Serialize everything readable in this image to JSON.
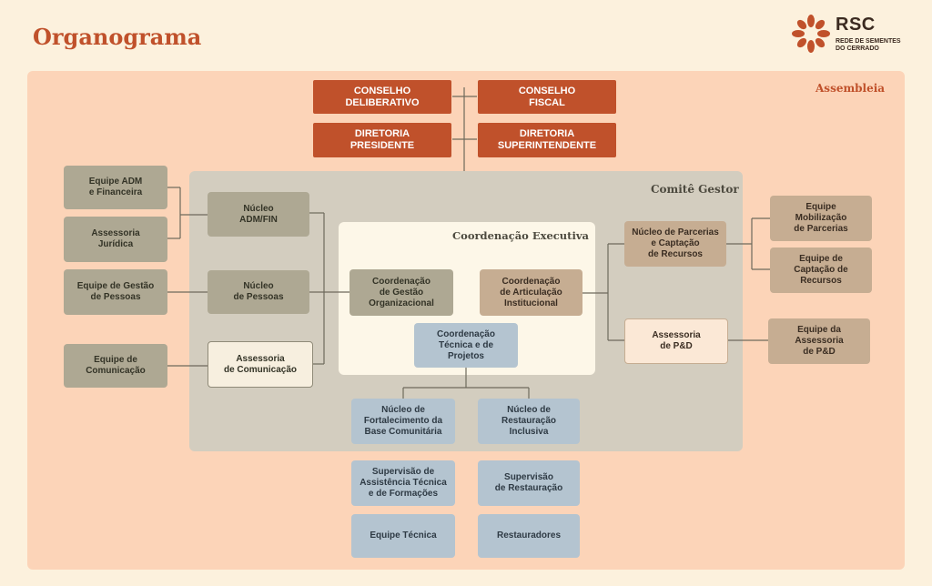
{
  "title": "Organograma",
  "logo": {
    "short": "RSC",
    "full": "Rede de sementes\ndo Cerrado"
  },
  "regions": {
    "assembleia": "Assembleia",
    "comite_gestor": "Comitê Gestor",
    "coordenacao_executiva": "Coordenação Executiva"
  },
  "boxes": {
    "conselho_deliberativo": "CONSELHO\nDELIBERATIVO",
    "conselho_fiscal": "CONSELHO\nFISCAL",
    "diretoria_presidente": "DIRETORIA\nPRESIDENTE",
    "diretoria_superintendente": "DIRETORIA\nSUPERINTENDENTE",
    "equipe_adm": "Equipe ADM\ne Financeira",
    "assessoria_juridica": "Assessoria\nJurídica",
    "equipe_gestao_pessoas": "Equipe de Gestão\nde Pessoas",
    "equipe_comunicacao": "Equipe de\nComunicação",
    "nucleo_adm_fin": "Núcleo\nADM/FIN",
    "nucleo_pessoas": "Núcleo\nde Pessoas",
    "assessoria_comunicacao": "Assessoria\nde Comunicação",
    "coord_gestao_organizacional": "Coordenação\nde Gestão\nOrganizacional",
    "coord_articulacao_institucional": "Coordenação\nde Articulação\nInstitucional",
    "coord_tecnica_projetos": "Coordenação\nTécnica e de\nProjetos",
    "nucleo_parcerias": "Núcleo de Parcerias\ne Captação\nde Recursos",
    "assessoria_pd": "Assessoria\nde P&D",
    "equipe_mobilizacao": "Equipe\nMobilização\nde Parcerias",
    "equipe_captacao": "Equipe de\nCaptação de\nRecursos",
    "equipe_assessoria_pd": "Equipe da\nAssessoria\nde P&D",
    "nucleo_fortalecimento": "Núcleo de\nFortalecimento da\nBase Comunitária",
    "nucleo_restauracao": "Núcleo de\nRestauração\nInclusiva",
    "supervisao_assistencia": "Supervisão de\nAssistência Técnica\ne de Formações",
    "supervisao_restauracao": "Supervisão\nde Restauração",
    "equipe_tecnica": "Equipe Técnica",
    "restauradores": "Restauradores"
  },
  "colors": {
    "brand_red": "#c0512b",
    "olive": "#aea893",
    "tan": "#c6ad92",
    "blue": "#b4c4d0",
    "assembleia_bg": "#fcd4b8",
    "comite_bg": "#d3cdbf"
  }
}
